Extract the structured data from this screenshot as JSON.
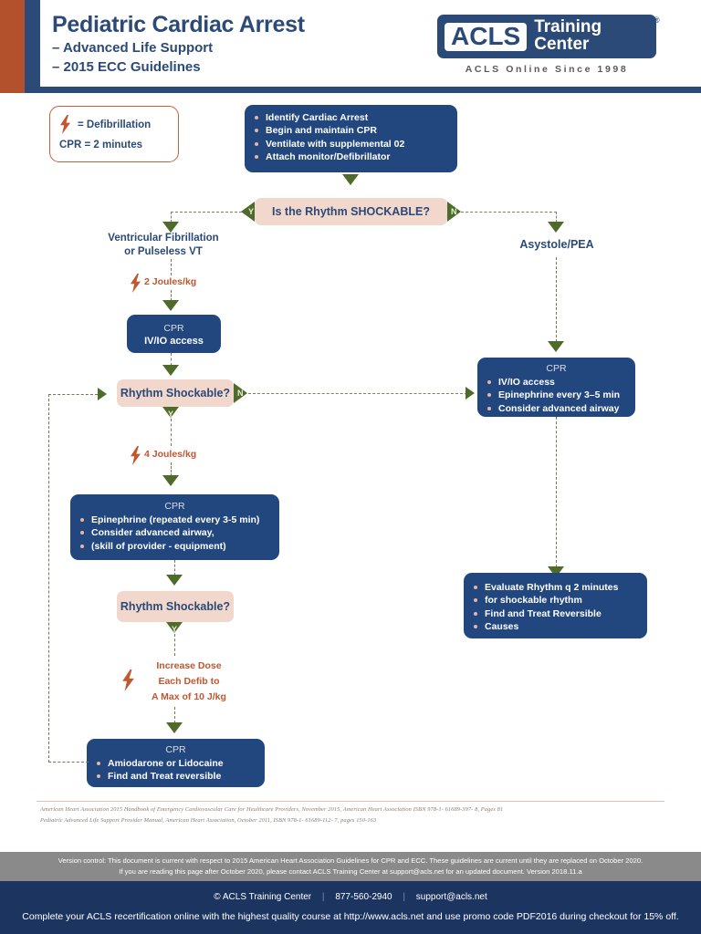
{
  "header": {
    "title": "Pediatric Cardiac Arrest",
    "subtitle1": "– Advanced Life Support",
    "subtitle2": "– 2015 ECC Guidelines",
    "logo_mark": "ACLS",
    "logo_word1": "Training",
    "logo_word2": "Center",
    "logo_registered": "®",
    "logo_tagline": "ACLS Online Since 1998"
  },
  "legend": {
    "bolt_icon": "lightning-bolt-icon",
    "defib_label": "= Defibrillation",
    "cpr_label": "CPR = 2 minutes"
  },
  "flow": {
    "initial_steps": [
      "Identify Cardiac Arrest",
      "Begin and maintain CPR",
      "Ventilate with supplemental 02",
      "Attach monitor/Defibrillator"
    ],
    "decision_top": "Is the Rhythm SHOCKABLE?",
    "branch_yes": "Y",
    "branch_no": "N",
    "vf_label_line1": "Ventricular Fibrillation",
    "vf_label_line2": "or Pulseless VT",
    "asystole_label": "Asystole/PEA",
    "shock_2j": "2 Joules/kg",
    "shock_4j": "4 Joules/kg",
    "cpr_ivio_header": "CPR",
    "cpr_ivio_body": "IV/IO access",
    "decision_mid": "Rhythm Shockable?",
    "decision_mid2": "Rhythm Shockable?",
    "epi_box_header": "CPR",
    "epi_box_items": [
      "Epinephrine (repeated every 3-5 min)",
      "Consider advanced airway,",
      "(skill of provider - equipment)"
    ],
    "increase_dose_line1": "Increase Dose",
    "increase_dose_line2": "Each Defib to",
    "increase_dose_line3": "A Max of 10 J/kg",
    "amio_box_header": "CPR",
    "amio_box_items": [
      "Amiodarone or  Lidocaine",
      "Find and Treat reversible causes"
    ],
    "asystole_box_header": "CPR",
    "asystole_box_items": [
      "IV/IO access",
      "Epinephrine every 3–5 min",
      "Consider advanced airway"
    ],
    "evaluate_box_items": [
      "Evaluate Rhythm q 2 minutes",
      "for shockable rhythm",
      "Find and Treat Reversible",
      "Causes"
    ]
  },
  "references": {
    "line1": "American Heart Association 2015 Handbook of Emergency Cardiovascular Care for Healthcare Providers, November 2015, American Heart Association ISBN 978-1- 61689-397- 8, Pages 81",
    "line2": "Pediatric Advanced Life Support Provider Manual, American Heart Association, October 2011, ISBN 978-1- 61689-112- 7, pages 150-163"
  },
  "version_notice": {
    "line1": "Version control: This document is current with respect to 2015 American Heart Association Guidelines for CPR and ECC. These guidelines are current until they are replaced on October 2020.",
    "line2": "If you are reading this page after October 2020, please contact ACLS Training Center at support@acls.net for an updated document. Version 2018.11.a"
  },
  "footer": {
    "copyright": "© ACLS Training Center",
    "phone": "877-560-2940",
    "email": "support@acls.net",
    "separator": "|",
    "promo": "Complete your ACLS recertification online with the highest quality course at http://www.acls.net and use promo code PDF2016 during checkout for 15% off."
  },
  "colors": {
    "navy": "#22477f",
    "header_navy": "#2b4a77",
    "orange": "#b2512c",
    "pink": "#f1d7cc",
    "green": "#4e6b2a",
    "footer_navy": "#1c3560",
    "version_gray": "#8a8a8a"
  }
}
